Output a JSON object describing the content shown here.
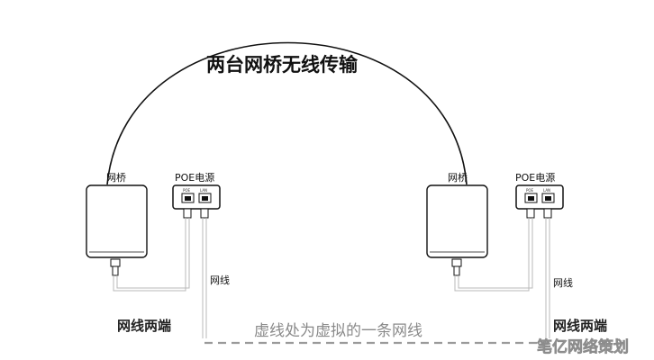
{
  "diagram": {
    "title": "两台网桥无线传输",
    "left": {
      "bridge_label": "网桥",
      "poe_label": "POE电源",
      "port_poe": "POE",
      "port_lan": "LAN",
      "cable_label": "网线"
    },
    "right": {
      "bridge_label": "网桥",
      "poe_label": "POE电源",
      "port_poe": "POE",
      "port_lan": "LAN",
      "cable_label": "网线"
    },
    "ends_left": "网线两端",
    "ends_right": "网线两端",
    "dashed_note": "虚线处为虚拟的一条网线",
    "watermark": "笔亿网络策划"
  },
  "colors": {
    "line": "#111111",
    "dashed": "#9a9a9a",
    "cable": "#c8c8c8",
    "device_fill": "#ffffff"
  }
}
